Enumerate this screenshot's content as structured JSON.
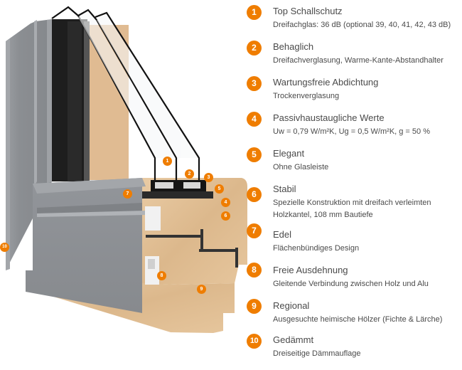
{
  "colors": {
    "accent": "#ef7d00",
    "text": "#4a4a4a",
    "aluminium": "#8a8d91",
    "wood": "#e3c39a",
    "glass_edge": "#111111"
  },
  "illustration": {
    "description": "Cross-section of a wood-aluminium window frame with triple glazing",
    "markers": [
      "1",
      "2",
      "3",
      "5",
      "4",
      "6",
      "7",
      "8",
      "9",
      "10"
    ]
  },
  "legend": {
    "items": [
      {
        "number": "1",
        "title": "Top Schallschutz",
        "description": [
          "Dreifachglas: 36 dB (optional 39, 40, 41, 42, 43 dB)"
        ]
      },
      {
        "number": "2",
        "title": "Behaglich",
        "description": [
          "Dreifachverglasung, Warme-Kante-Abstandhalter"
        ]
      },
      {
        "number": "3",
        "title": "Wartungsfreie Abdichtung",
        "description": [
          "Trockenverglasung"
        ]
      },
      {
        "number": "4",
        "title": "Passivhaustaugliche Werte",
        "description": [
          "Uw = 0,79 W/m²K, Ug = 0,5 W/m²K, g = 50 %"
        ]
      },
      {
        "number": "5",
        "title": "Elegant",
        "description": [
          "Ohne Glasleiste"
        ]
      },
      {
        "number": "6",
        "title": "Stabil",
        "description": [
          "Spezielle Konstruktion mit dreifach verleimten",
          "Holzkantel, 108 mm Bautiefe"
        ]
      },
      {
        "number": "7",
        "title": "Edel",
        "description": [
          "Flächenbündiges Design"
        ]
      },
      {
        "number": "8",
        "title": "Freie Ausdehnung",
        "description": [
          "Gleitende Verbindung zwischen Holz und Alu"
        ]
      },
      {
        "number": "9",
        "title": "Regional",
        "description": [
          "Ausgesuchte heimische Hölzer (Fichte & Lärche)"
        ]
      },
      {
        "number": "10",
        "title": "Gedämmt",
        "description": [
          "Dreiseitige Dämmauflage"
        ]
      }
    ]
  }
}
